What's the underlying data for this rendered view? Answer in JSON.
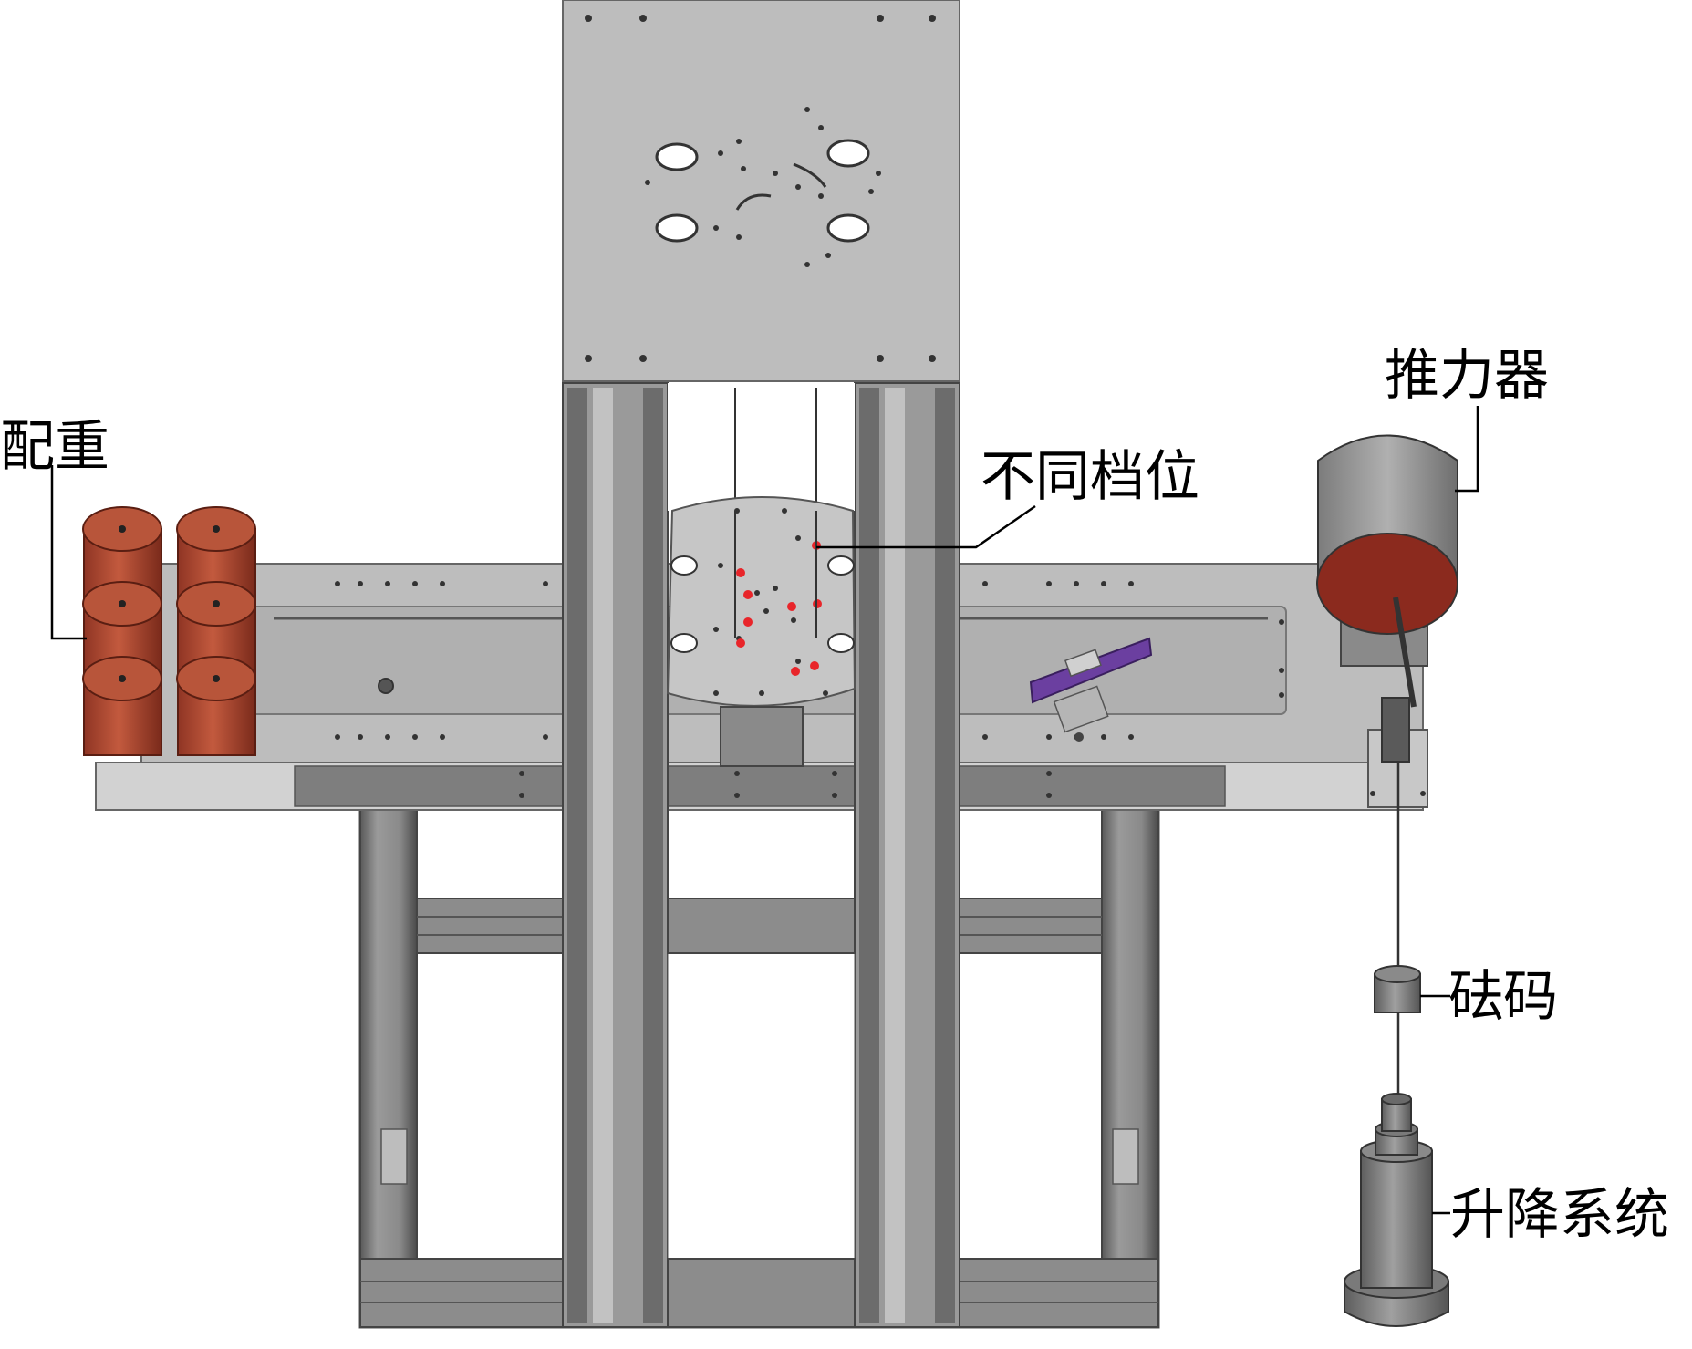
{
  "labels": {
    "counterweight": "配重",
    "thruster": "推力器",
    "gear_positions": "不同档位",
    "weight": "砝码",
    "lifting_system": "升降系统"
  },
  "colors": {
    "background": "#ffffff",
    "plate": "#b9b9b9",
    "plate_edge": "#6b6b6b",
    "frame": "#7d7d7d",
    "frame_dark": "#4a4a4a",
    "counterweight": "#b3482f",
    "counterweight_top": "#8a2d1c",
    "thruster_body": "#9a9a9a",
    "thruster_face": "#8b2a1e",
    "red_dots": "#e8252a",
    "purple_part": "#6b3fa0",
    "leader_line": "#000000"
  }
}
